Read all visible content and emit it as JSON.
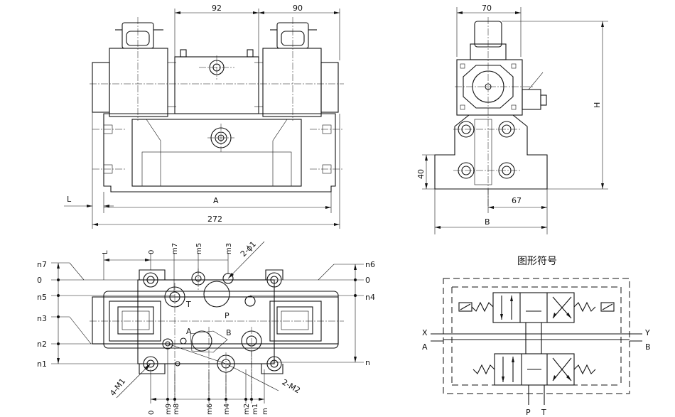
{
  "front_view": {
    "dims": {
      "d92": "92",
      "d90": "90",
      "dL": "L",
      "dA": "A",
      "d272": "272"
    }
  },
  "side_view": {
    "dims": {
      "d70": "70",
      "dH": "H",
      "d40": "40",
      "d67": "67",
      "dB": "B"
    }
  },
  "bottom_view": {
    "left_labels": [
      "n7",
      "0",
      "n5",
      "n3",
      "n2",
      "n1"
    ],
    "right_labels": [
      "n6",
      "0",
      "n4",
      "n"
    ],
    "top_labels": {
      "L": "L",
      "zero": "0",
      "m7": "m7",
      "m5": "m5",
      "m3": "m3"
    },
    "bottom_labels": [
      "0",
      "m9",
      "m8",
      "m6",
      "m4",
      "m2",
      "m1",
      "m"
    ],
    "hole_callout": "2-ϕ1",
    "thread_callout_1": "4-M1",
    "thread_callout_2": "2-M2",
    "port_labels": {
      "T": "T",
      "P": "P",
      "A": "A",
      "B": "B"
    }
  },
  "symbol": {
    "title": "图形符号",
    "ports": {
      "X": "X",
      "A": "A",
      "Y": "Y",
      "B": "B",
      "P": "P",
      "T": "T"
    }
  }
}
